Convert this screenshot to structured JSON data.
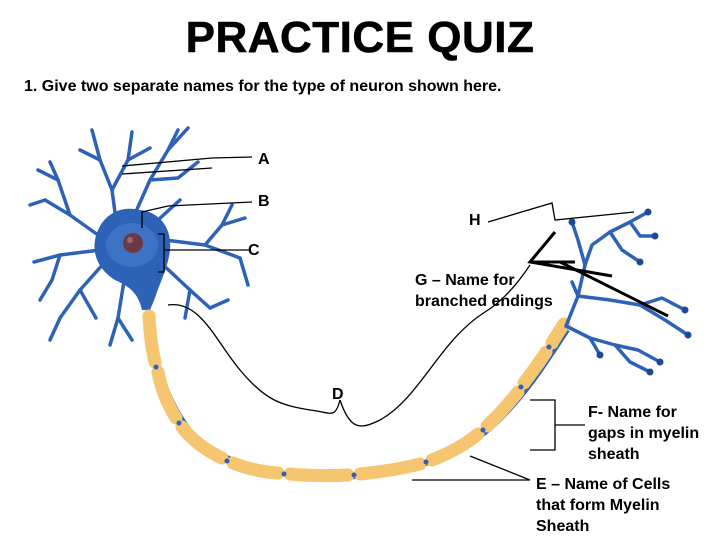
{
  "title": "PRACTICE QUIZ",
  "question": "1. Give two separate names for the type of neuron shown here.",
  "labels": {
    "a": "A",
    "b": "B",
    "c": "C",
    "d": "D",
    "h": "H",
    "g": "G – Name for\nbranched endings",
    "f": "F- Name for\ngaps in myelin\nsheath",
    "e": "E – Name of Cells\nthat form Myelin\nSheath"
  },
  "colors": {
    "neuron": "#2d62b7",
    "neuron_dark": "#1c4a94",
    "myelin": "#f5c56f",
    "myelin_edge": "#d9a04a",
    "nucleus": "#6b3a46",
    "leader": "#000000"
  }
}
